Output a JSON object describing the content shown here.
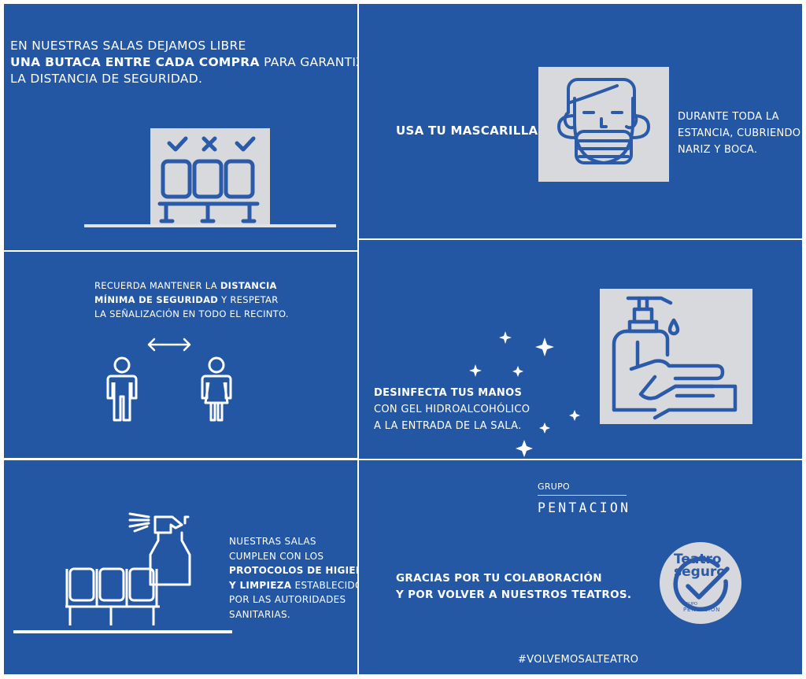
{
  "colors": {
    "panel_blue": "#2357a3",
    "icon_stroke": "#2a5aa8",
    "icon_box": "#d8d9dc",
    "text": "#ffffff"
  },
  "seating": {
    "line1": "EN NUESTRAS SALAS DEJAMOS LIBRE",
    "line2_bold": "UNA BUTACA ENTRE CADA COMPRA",
    "line2_rest": " PARA GARANTIZAR",
    "line3": "LA DISTANCIA DE SEGURIDAD.",
    "icons": [
      "check-icon",
      "cross-icon",
      "check-icon",
      "seat-row-icon"
    ]
  },
  "distance": {
    "line1_a": "RECUERDA MANTENER LA ",
    "line1_bold": "DISTANCIA",
    "line2_bold": "MÍNIMA DE SEGURIDAD",
    "line2_rest": " Y RESPETAR",
    "line3": "LA SEÑALIZACIÓN EN TODO EL RECINTO.",
    "icons": [
      "double-arrow-icon",
      "man-icon",
      "woman-icon"
    ]
  },
  "hygiene": {
    "line1": "NUESTRAS SALAS",
    "line2": "CUMPLEN CON LOS",
    "line3_bold": "PROTOCOLOS DE HIGIENE",
    "line4_bold": "Y LIMPIEZA",
    "line4_rest": " ESTABLECIDOS",
    "line5": "POR LAS AUTORIDADES",
    "line6": "SANITARIAS.",
    "icons": [
      "spray-bottle-icon",
      "seat-row-icon"
    ]
  },
  "mask": {
    "heading": "USA TU MASCARILLA",
    "detail1": "DURANTE TODA LA",
    "detail2": "ESTANCIA, CUBRIENDO",
    "detail3": "NARIZ Y BOCA.",
    "icons": [
      "face-mask-icon"
    ]
  },
  "hands": {
    "line1_bold": "DESINFECTA TUS MANOS",
    "line2": "CON GEL HIDROALCOHÓLICO",
    "line3": "A LA ENTRADA DE LA SALA.",
    "icons": [
      "sanitizer-hand-icon",
      "sparkle-icon"
    ]
  },
  "closing": {
    "group_small": "GRUPO",
    "group_name": "PENTACION",
    "thanks1": "GRACIAS POR TU COLABORACIÓN",
    "thanks2": "Y POR VOLVER A NUESTROS TEATROS.",
    "badge_line1": "Teatro",
    "badge_line2": "seguro",
    "badge_group": "GRUPO",
    "badge_name": "PENTACION",
    "hashtag": "#VOLVEMOSALTEATRO",
    "icons": [
      "teatro-seguro-badge-icon"
    ]
  }
}
